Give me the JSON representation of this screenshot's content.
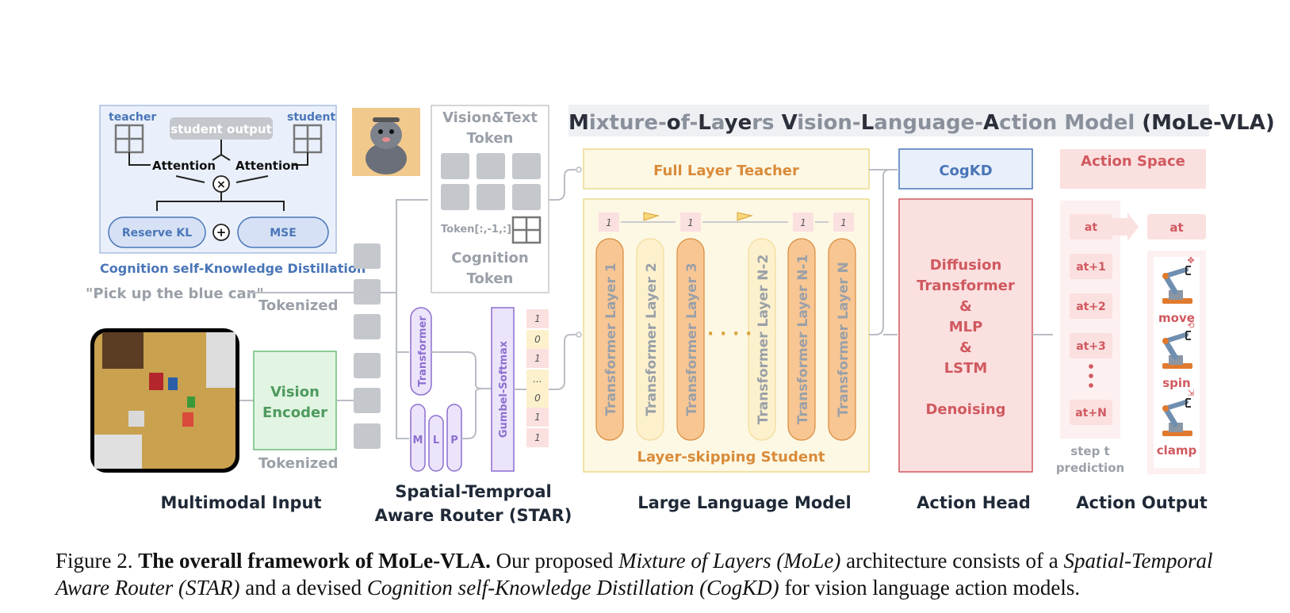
{
  "main_title": {
    "parts": [
      {
        "text": "M",
        "color": "#2b2f3a"
      },
      {
        "text": "ixture-",
        "color": "#8a909b"
      },
      {
        "text": "o",
        "color": "#2b2f3a"
      },
      {
        "text": "f-",
        "color": "#8a909b"
      },
      {
        "text": "L",
        "color": "#2b2f3a"
      },
      {
        "text": "a",
        "color": "#8a909b"
      },
      {
        "text": "y",
        "color": "#2b2f3a"
      },
      {
        "text": "e",
        "color": "#2b2f3a"
      },
      {
        "text": "rs ",
        "color": "#8a909b"
      },
      {
        "text": "V",
        "color": "#2b2f3a"
      },
      {
        "text": "ision-",
        "color": "#8a909b"
      },
      {
        "text": "L",
        "color": "#2b2f3a"
      },
      {
        "text": "anguage-",
        "color": "#8a909b"
      },
      {
        "text": "A",
        "color": "#2b2f3a"
      },
      {
        "text": "ction Model ",
        "color": "#8a909b"
      },
      {
        "text": "(MoLe-VLA)",
        "color": "#2b2f3a"
      }
    ]
  },
  "cogkd_panel": {
    "teacher": "teacher",
    "student": "student",
    "student_output": "student output",
    "attention_left": "Attention",
    "attention_right": "Attention",
    "times": "×",
    "plus": "+",
    "reserve_kl": "Reserve KL",
    "mse": "MSE",
    "title": "Cognition self-Knowledge Distillation"
  },
  "inputs": {
    "instruction": "\"Pick up the blue can\"",
    "tokenized_text": "Tokenized",
    "vision_encoder": [
      "Vision",
      "Encoder"
    ],
    "tokenized_vision": "Tokenized",
    "section_label": "Multimodal Input"
  },
  "token_box": {
    "title": [
      "Vision&Text",
      "Token"
    ],
    "token_index": "Token[:,-1,:]",
    "cognition": [
      "Cognition",
      "Token"
    ]
  },
  "star": {
    "transformer": "Transformer",
    "mlp": [
      "M",
      "L",
      "P"
    ],
    "gumbel": "Gumbel-Softmax",
    "mask": [
      "1",
      "0",
      "1",
      "...",
      "0",
      "1",
      "1"
    ],
    "section_label": [
      "Spatial-Temproal",
      "Aware Router (STAR)"
    ]
  },
  "llm": {
    "teacher": "Full Layer Teacher",
    "student": "Layer-skipping Student",
    "flags": [
      "1",
      "1",
      "1",
      "1"
    ],
    "layers": [
      "Transformer Layer 1",
      "Transformer Layer 2",
      "Transformer Layer 3",
      "Transformer Layer N-2",
      "Transformer Layer N-1",
      "Transformer Layer N"
    ],
    "section_label": "Large Language Model"
  },
  "action_head": {
    "cogkd": "CogKD",
    "lines": [
      "Diffusion",
      "Transformer",
      "&",
      "MLP",
      "&",
      "LSTM",
      "",
      "Denoising"
    ],
    "section_label": "Action Head"
  },
  "action_output": {
    "space": "Action Space",
    "steps": [
      "at",
      "at+1",
      "at+2",
      "at+3",
      "at+N"
    ],
    "output": "at",
    "actions": [
      "move",
      "spin",
      "clamp"
    ],
    "step_caption": [
      "step t",
      "prediction"
    ],
    "section_label": "Action Output"
  },
  "caption": {
    "prefix": "Figure 2. ",
    "bold": "The overall framework of MoLe-VLA.",
    "t1": " Our proposed ",
    "i1": "Mixture of Layers (MoLe)",
    "t2": " architecture consists of a ",
    "i2": "Spatial-Temporal Aware Router (STAR)",
    "t3": " and a devised ",
    "i3": "Cognition self-Knowledge Distillation (CogKD)",
    "t4": " for vision language action models."
  },
  "colors": {
    "blue": "#4a76b8",
    "blue_fill": "#eaf0fb",
    "blue_pill": "#d6e1f5",
    "green": "#4f9a5e",
    "green_fill": "#e1f5e2",
    "purple": "#8c6fd0",
    "purple_fill": "#ece4fb",
    "orange": "#d98b3a",
    "orange_fill": "#f8c693",
    "yellow_fill": "#fcf1cc",
    "pink": "#d0595f",
    "pink_fill": "#fbe0e0",
    "gray": "#9aa0a8",
    "gray_block": "#c4c7cc"
  }
}
